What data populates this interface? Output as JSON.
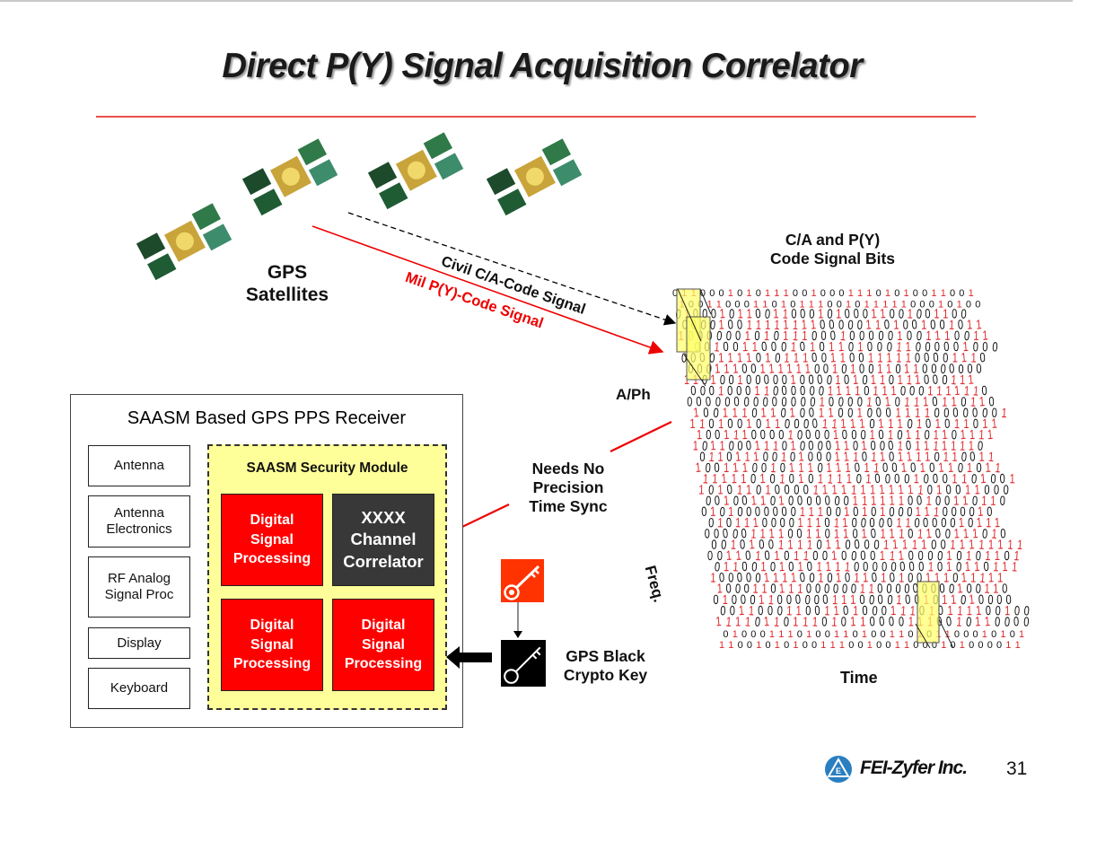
{
  "slide": {
    "title": "Direct P(Y) Signal Acquisition Correlator",
    "page_number": "31",
    "company": "FEI-Zyfer Inc.",
    "colors": {
      "accent_red": "#ff0000",
      "title_rule": "#e9504a",
      "module_fill": "#ffff99",
      "correlator_fill": "#383838",
      "key_red_fill": "#ff3300",
      "logo_blue": "#2a7fc0"
    }
  },
  "satellites": {
    "label_line1": "GPS",
    "label_line2": "Satellites",
    "count": 4
  },
  "signals": {
    "civil": "Civil C/A-Code Signal",
    "military": "Mil P(Y)-Code Signal"
  },
  "bit_matrix": {
    "title_line1": "C/A and P(Y)",
    "title_line2": "Code Signal Bits",
    "axis_amplitude_phase": "A/Ph",
    "axis_frequency": "Freq.",
    "axis_time": "Time",
    "top_row": "0 1 1 0 0 0 1 0 1 0 1 1 1 0 0 1 0 0 0 1 1 1 0 1 0 1 0 0 1 1 0 0 1",
    "second_row": "1 0 0 1 1 0 0 0 1 1 0 1 0 1 1 1 0 0 1 0 1 1 1 1 1 0 0 0 1 0 1 0 0",
    "bottom_row": "1 1 0 0 1 0 1 0 1 0 0 1 1 1 0 0 1 0 0 1 1 0 0 0 1 0 1 0 0 0 0 1 1",
    "second_bottom_row": "0 1 0 0 0 1 1 1 0 1 0 0 1 1 0 1 0 0 1 1 0 1 0 1 1 0 0 0 1 0 1 0 1"
  },
  "annotation": {
    "line1": "Needs No",
    "line2": "Precision",
    "line3": "Time Sync"
  },
  "receiver": {
    "title": "SAASM Based GPS PPS Receiver",
    "components": [
      {
        "line1": "Antenna",
        "line2": ""
      },
      {
        "line1": "Antenna",
        "line2": "Electronics"
      },
      {
        "line1": "RF Analog",
        "line2": "Signal Proc"
      },
      {
        "line1": "Display",
        "line2": ""
      },
      {
        "line1": "Keyboard",
        "line2": ""
      }
    ],
    "module": {
      "title": "SAASM Security Module",
      "blocks": [
        {
          "line1": "Digital",
          "line2": "Signal",
          "line3": "Processing"
        },
        {
          "line1": "XXXX",
          "line2": "Channel",
          "line3": "Correlator"
        },
        {
          "line1": "Digital",
          "line2": "Signal",
          "line3": "Processing"
        },
        {
          "line1": "Digital",
          "line2": "Signal",
          "line3": "Processing"
        }
      ]
    }
  },
  "crypto_key": {
    "label_line1": "GPS Black",
    "label_line2": "Crypto Key",
    "red_key_icon": "key-icon",
    "black_key_icon": "key-icon"
  }
}
